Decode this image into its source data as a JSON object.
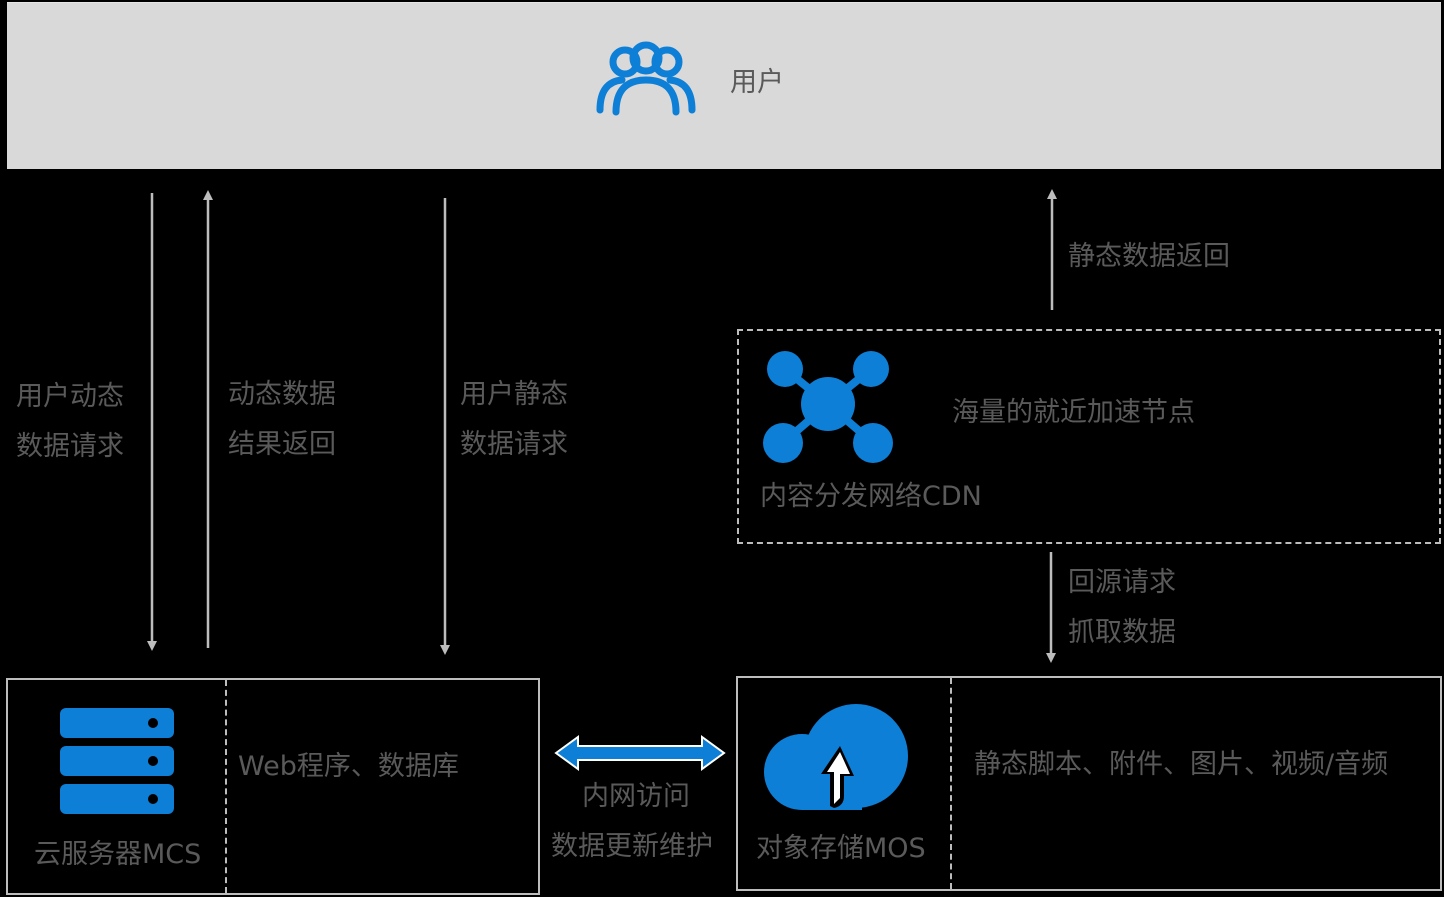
{
  "user": {
    "label": "用户",
    "icon": "users-icon"
  },
  "arrows": {
    "dynamic_request": [
      "用户动态",
      "数据请求"
    ],
    "dynamic_return": [
      "动态数据",
      "结果返回"
    ],
    "static_request": [
      "用户静态",
      "数据请求"
    ],
    "static_return": "静态数据返回",
    "origin_fetch": [
      "回源请求",
      "抓取数据"
    ],
    "intranet": [
      "内网访问",
      "数据更新维护"
    ]
  },
  "cdn": {
    "icon": "network-hub-icon",
    "title": "内容分发网络CDN",
    "description": "海量的就近加速节点"
  },
  "mcs": {
    "icon": "server-stack-icon",
    "title": "云服务器MCS",
    "content": "Web程序、数据库"
  },
  "mos": {
    "icon": "cloud-upload-icon",
    "title": "对象存储MOS",
    "content": "静态脚本、附件、图片、视频/音频"
  },
  "colors": {
    "accent": "#0d7fd6",
    "user_bar": "#d9d9d9",
    "text": "#5a5a5a",
    "line": "#bdbdbd",
    "background": "#000000"
  }
}
